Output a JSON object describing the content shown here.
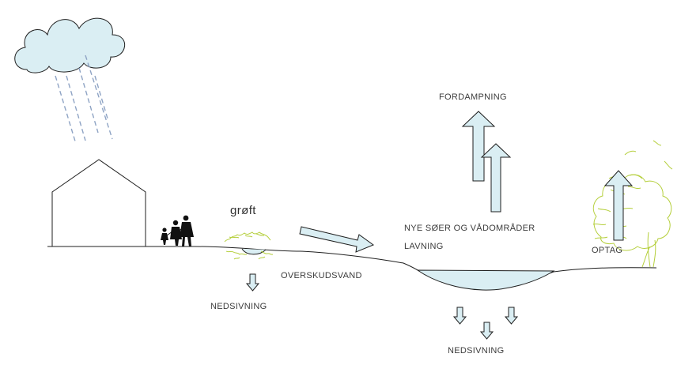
{
  "labels": {
    "ditch": "grøft",
    "overflow": "OVERSKUDSVAND",
    "infiltration_left": "NEDSIVNING",
    "evaporation": "FORDAMPNING",
    "new_lakes": "NYE SØER OG VÅDOMRÅDER",
    "depression": "LAVNING",
    "infiltration_right": "NEDSIVNING",
    "uptake": "OPTAG"
  },
  "colors": {
    "arrow_fill": "#daeef3",
    "cloud_fill": "#daeef3",
    "water_fill": "#daeef3",
    "rain": "#8ea3c4",
    "outline": "#1f1f1f",
    "vegetation": "#b5cf3c"
  },
  "icons": [
    "cloud-icon",
    "rain-icon",
    "house-icon",
    "family-icon",
    "tree-icon",
    "bush-icon"
  ]
}
